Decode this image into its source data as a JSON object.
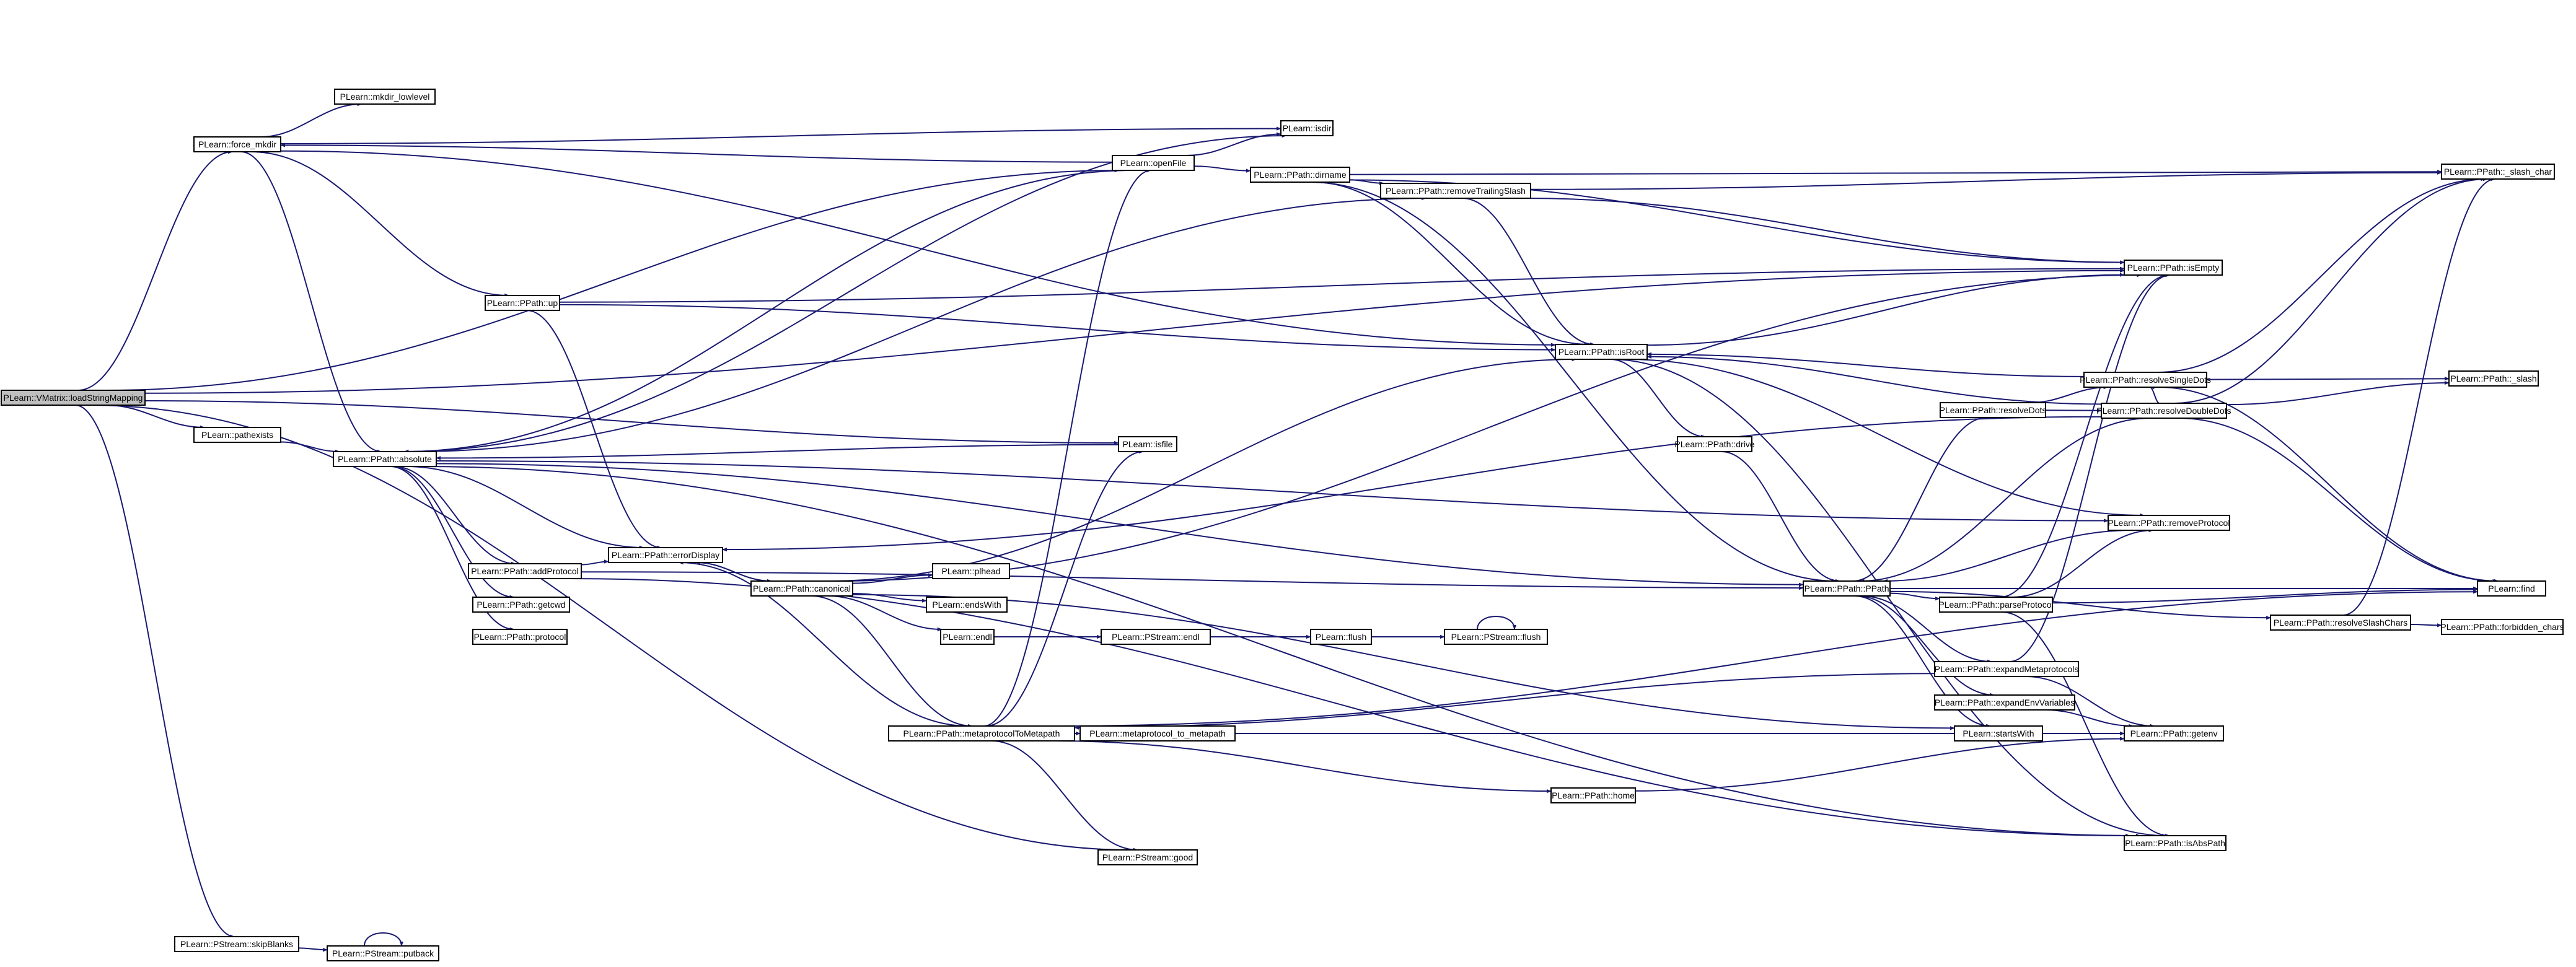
{
  "colors": {
    "background": "#ffffff",
    "node_fill": "#ffffff",
    "root_fill": "#bfbfbf",
    "node_border": "#000000",
    "edge": "#191970"
  },
  "nodes": [
    {
      "id": "n_loadstring",
      "label": "PLearn::VMatrix::loadStringMapping",
      "root": true
    },
    {
      "id": "n_force_mkdir",
      "label": "PLearn::force_mkdir"
    },
    {
      "id": "n_mkdir_lowlevel",
      "label": "PLearn::mkdir_lowlevel"
    },
    {
      "id": "n_isdir",
      "label": "PLearn::isdir"
    },
    {
      "id": "n_openfile",
      "label": "PLearn::openFile"
    },
    {
      "id": "n_dirname",
      "label": "PLearn::PPath::dirname"
    },
    {
      "id": "n_removetrailing",
      "label": "PLearn::PPath::removeTrailingSlash"
    },
    {
      "id": "n_slash_char",
      "label": "PLearn::PPath::_slash_char"
    },
    {
      "id": "n_isempty",
      "label": "PLearn::PPath::isEmpty"
    },
    {
      "id": "n_up",
      "label": "PLearn::PPath::up"
    },
    {
      "id": "n_isroot",
      "label": "PLearn::PPath::isRoot"
    },
    {
      "id": "n_slash",
      "label": "PLearn::PPath::_slash"
    },
    {
      "id": "n_resolvedots",
      "label": "PLearn::PPath::resolveDots"
    },
    {
      "id": "n_resolvesingle",
      "label": "PLearn::PPath::resolveSingleDots"
    },
    {
      "id": "n_resolvedouble",
      "label": "PLearn::PPath::resolveDoubleDots"
    },
    {
      "id": "n_drive",
      "label": "PLearn::PPath::drive"
    },
    {
      "id": "n_pathexists",
      "label": "PLearn::pathexists"
    },
    {
      "id": "n_isfile",
      "label": "PLearn::isfile"
    },
    {
      "id": "n_absolute",
      "label": "PLearn::PPath::absolute"
    },
    {
      "id": "n_removeprotocol",
      "label": "PLearn::PPath::removeProtocol"
    },
    {
      "id": "n_errordisplay",
      "label": "PLearn::PPath::errorDisplay"
    },
    {
      "id": "n_addprotocol",
      "label": "PLearn::PPath::addProtocol"
    },
    {
      "id": "n_canonical",
      "label": "PLearn::PPath::canonical"
    },
    {
      "id": "n_plhead",
      "label": "PLearn::plhead"
    },
    {
      "id": "n_ppath",
      "label": "PLearn::PPath::PPath"
    },
    {
      "id": "n_find",
      "label": "PLearn::find"
    },
    {
      "id": "n_getcwd",
      "label": "PLearn::PPath::getcwd"
    },
    {
      "id": "n_endswith",
      "label": "PLearn::endsWith"
    },
    {
      "id": "n_parseprotocol",
      "label": "PLearn::PPath::parseProtocol"
    },
    {
      "id": "n_resolveslash",
      "label": "PLearn::PPath::resolveSlashChars"
    },
    {
      "id": "n_forbidden",
      "label": "PLearn::PPath::forbidden_chars"
    },
    {
      "id": "n_protocol",
      "label": "PLearn::PPath::protocol"
    },
    {
      "id": "n_endl",
      "label": "PLearn::endl"
    },
    {
      "id": "n_pstream_endl",
      "label": "PLearn::PStream::endl"
    },
    {
      "id": "n_flush",
      "label": "PLearn::flush"
    },
    {
      "id": "n_pstream_flush",
      "label": "PLearn::PStream::flush"
    },
    {
      "id": "n_expandmeta",
      "label": "PLearn::PPath::expandMetaprotocols"
    },
    {
      "id": "n_expandenv",
      "label": "PLearn::PPath::expandEnvVariables"
    },
    {
      "id": "n_startswith",
      "label": "PLearn::startsWith"
    },
    {
      "id": "n_metaprotocol",
      "label": "PLearn::PPath::metaprotocolToMetapath"
    },
    {
      "id": "n_metaproto_to",
      "label": "PLearn::metaprotocol_to_metapath"
    },
    {
      "id": "n_getenv",
      "label": "PLearn::PPath::getenv"
    },
    {
      "id": "n_home",
      "label": "PLearn::PPath::home"
    },
    {
      "id": "n_isabspath",
      "label": "PLearn::PPath::isAbsPath"
    },
    {
      "id": "n_pstream_good",
      "label": "PLearn::PStream::good"
    },
    {
      "id": "n_skipblanks",
      "label": "PLearn::PStream::skipBlanks"
    },
    {
      "id": "n_putback",
      "label": "PLearn::PStream::putback"
    }
  ],
  "edges": [
    [
      "n_loadstring",
      "n_force_mkdir"
    ],
    [
      "n_loadstring",
      "n_openfile"
    ],
    [
      "n_loadstring",
      "n_pathexists"
    ],
    [
      "n_loadstring",
      "n_isfile"
    ],
    [
      "n_loadstring",
      "n_isempty"
    ],
    [
      "n_loadstring",
      "n_pstream_good"
    ],
    [
      "n_loadstring",
      "n_skipblanks"
    ],
    [
      "n_force_mkdir",
      "n_mkdir_lowlevel"
    ],
    [
      "n_force_mkdir",
      "n_isdir"
    ],
    [
      "n_force_mkdir",
      "n_up"
    ],
    [
      "n_force_mkdir",
      "n_absolute"
    ],
    [
      "n_force_mkdir",
      "n_isroot"
    ],
    [
      "n_openfile",
      "n_force_mkdir"
    ],
    [
      "n_openfile",
      "n_isdir"
    ],
    [
      "n_openfile",
      "n_dirname"
    ],
    [
      "n_openfile",
      "n_absolute"
    ],
    [
      "n_dirname",
      "n_removetrailing"
    ],
    [
      "n_dirname",
      "n_slash_char"
    ],
    [
      "n_dirname",
      "n_isempty"
    ],
    [
      "n_dirname",
      "n_isroot"
    ],
    [
      "n_dirname",
      "n_ppath"
    ],
    [
      "n_removetrailing",
      "n_slash_char"
    ],
    [
      "n_removetrailing",
      "n_isempty"
    ],
    [
      "n_removetrailing",
      "n_isroot"
    ],
    [
      "n_up",
      "n_isempty"
    ],
    [
      "n_up",
      "n_isroot"
    ],
    [
      "n_up",
      "n_errordisplay"
    ],
    [
      "n_isroot",
      "n_isempty"
    ],
    [
      "n_isroot",
      "n_drive"
    ],
    [
      "n_isroot",
      "n_removeprotocol"
    ],
    [
      "n_isroot",
      "n_isabspath"
    ],
    [
      "n_resolvedots",
      "n_resolvesingle"
    ],
    [
      "n_resolvedots",
      "n_resolvedouble"
    ],
    [
      "n_resolvesingle",
      "n_slash_char"
    ],
    [
      "n_resolvesingle",
      "n_slash"
    ],
    [
      "n_resolvesingle",
      "n_find"
    ],
    [
      "n_resolvesingle",
      "n_isroot"
    ],
    [
      "n_resolvedouble",
      "n_slash_char"
    ],
    [
      "n_resolvedouble",
      "n_slash"
    ],
    [
      "n_resolvedouble",
      "n_find"
    ],
    [
      "n_resolvedouble",
      "n_isroot"
    ],
    [
      "n_resolvedouble",
      "n_ppath"
    ],
    [
      "n_resolvedouble",
      "n_errordisplay"
    ],
    [
      "n_resolvedouble",
      "n_resolvesingle"
    ],
    [
      "n_drive",
      "n_ppath"
    ],
    [
      "n_pathexists",
      "n_absolute"
    ],
    [
      "n_isfile",
      "n_absolute"
    ],
    [
      "n_absolute",
      "n_isdir"
    ],
    [
      "n_absolute",
      "n_removetrailing"
    ],
    [
      "n_absolute",
      "n_removeprotocol"
    ],
    [
      "n_absolute",
      "n_errordisplay"
    ],
    [
      "n_absolute",
      "n_addprotocol"
    ],
    [
      "n_absolute",
      "n_getcwd"
    ],
    [
      "n_absolute",
      "n_protocol"
    ],
    [
      "n_absolute",
      "n_ppath"
    ],
    [
      "n_absolute",
      "n_isabspath"
    ],
    [
      "n_removeprotocol",
      "n_ppath"
    ],
    [
      "n_errordisplay",
      "n_canonical"
    ],
    [
      "n_addprotocol",
      "n_errordisplay"
    ],
    [
      "n_addprotocol",
      "n_ppath"
    ],
    [
      "n_addprotocol",
      "n_isabspath"
    ],
    [
      "n_canonical",
      "n_isempty"
    ],
    [
      "n_canonical",
      "n_plhead"
    ],
    [
      "n_canonical",
      "n_endswith"
    ],
    [
      "n_canonical",
      "n_endl"
    ],
    [
      "n_canonical",
      "n_metaprotocol"
    ],
    [
      "n_canonical",
      "n_startswith"
    ],
    [
      "n_canonical",
      "n_isroot"
    ],
    [
      "n_canonical",
      "n_errordisplay"
    ],
    [
      "n_ppath",
      "n_resolvedots"
    ],
    [
      "n_ppath",
      "n_parseprotocol"
    ],
    [
      "n_ppath",
      "n_expandmeta"
    ],
    [
      "n_ppath",
      "n_expandenv"
    ],
    [
      "n_ppath",
      "n_resolveslash"
    ],
    [
      "n_ppath",
      "n_startswith"
    ],
    [
      "n_ppath",
      "n_find"
    ],
    [
      "n_parseprotocol",
      "n_isempty"
    ],
    [
      "n_parseprotocol",
      "n_removeprotocol"
    ],
    [
      "n_parseprotocol",
      "n_find"
    ],
    [
      "n_parseprotocol",
      "n_isabspath"
    ],
    [
      "n_resolveslash",
      "n_forbidden"
    ],
    [
      "n_resolveslash",
      "n_slash_char"
    ],
    [
      "n_endl",
      "n_pstream_endl"
    ],
    [
      "n_pstream_endl",
      "n_flush"
    ],
    [
      "n_flush",
      "n_pstream_flush"
    ],
    [
      "n_pstream_flush",
      "n_pstream_flush"
    ],
    [
      "n_expandmeta",
      "n_isempty"
    ],
    [
      "n_expandmeta",
      "n_getenv"
    ],
    [
      "n_expandmeta",
      "n_metaprotocol"
    ],
    [
      "n_expandenv",
      "n_getenv"
    ],
    [
      "n_metaprotocol",
      "n_metaproto_to"
    ],
    [
      "n_metaprotocol",
      "n_openfile"
    ],
    [
      "n_metaprotocol",
      "n_isfile"
    ],
    [
      "n_metaprotocol",
      "n_home"
    ],
    [
      "n_metaprotocol",
      "n_getenv"
    ],
    [
      "n_metaprotocol",
      "n_pstream_good"
    ],
    [
      "n_metaprotocol",
      "n_errordisplay"
    ],
    [
      "n_metaprotocol",
      "n_find"
    ],
    [
      "n_home",
      "n_getenv"
    ],
    [
      "n_skipblanks",
      "n_putback"
    ],
    [
      "n_putback",
      "n_putback"
    ]
  ]
}
